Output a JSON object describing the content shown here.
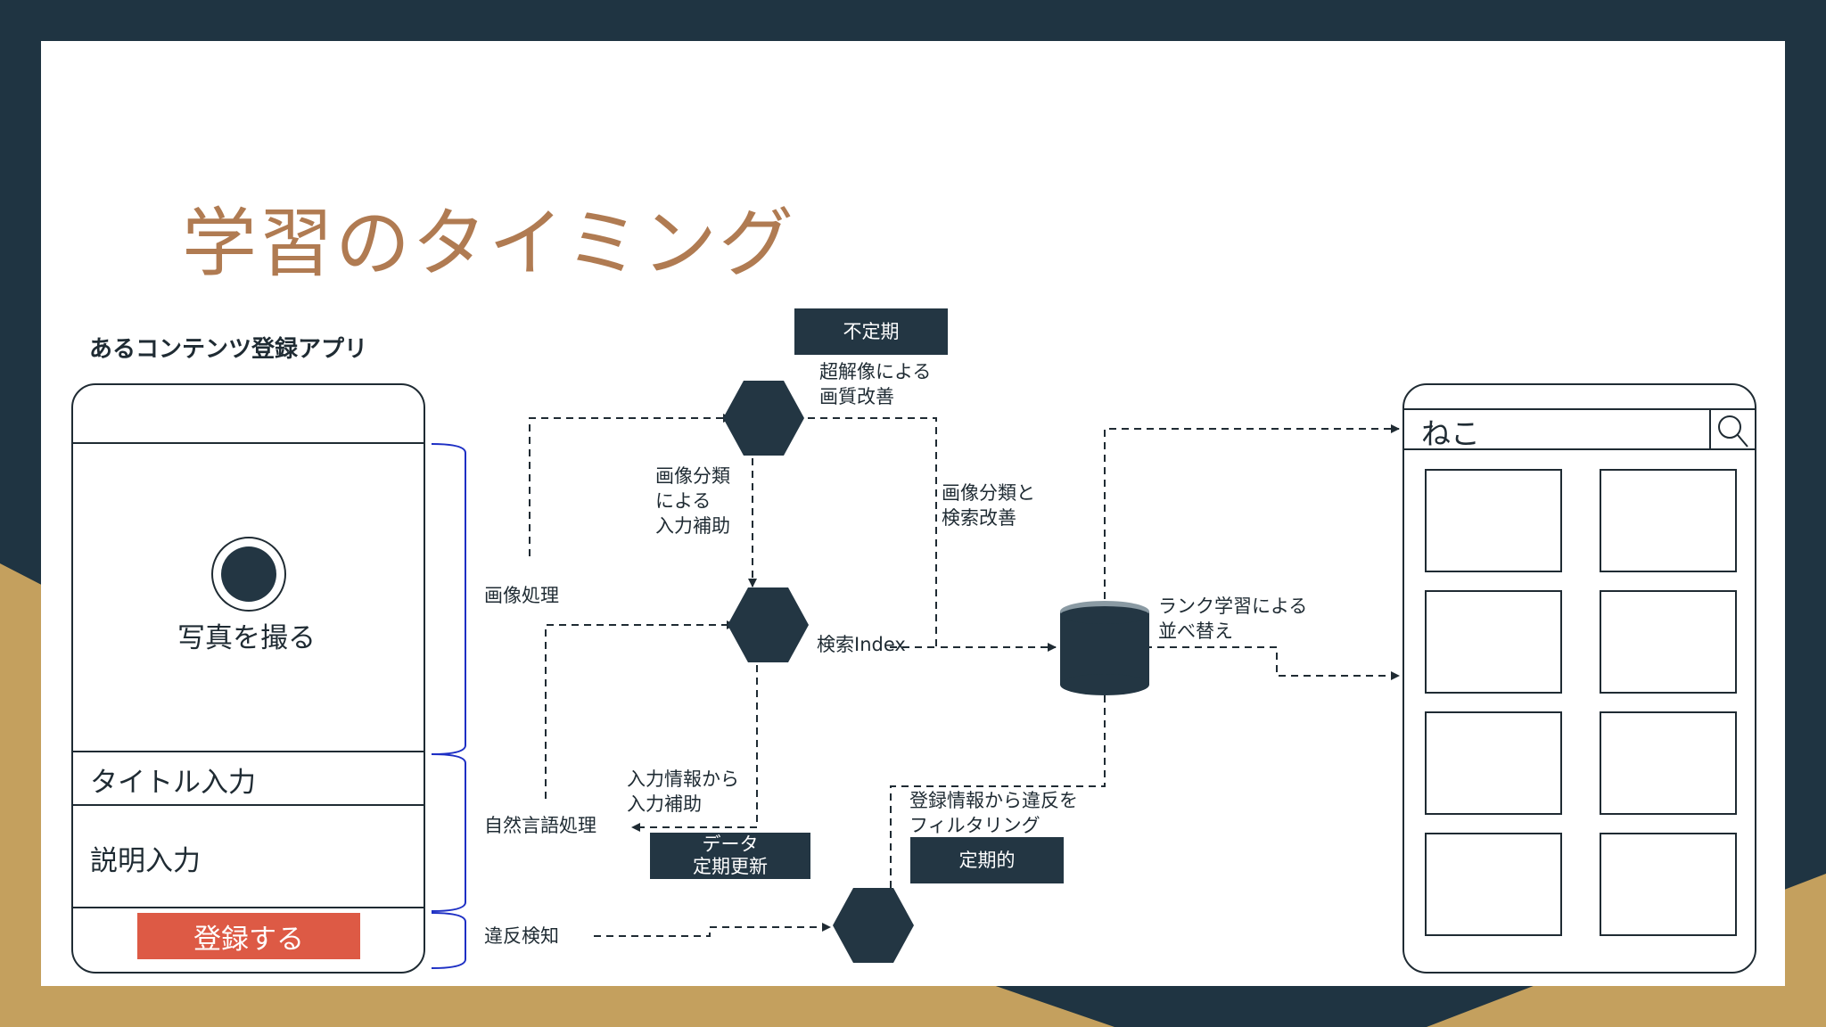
{
  "slide": {
    "title": "学習のタイミング"
  },
  "app": {
    "caption": "あるコンテンツ登録アプリ",
    "photo_label": "写真を撮る",
    "title_input": "タイトル入力",
    "description_input": "説明入力",
    "register_button": "登録する"
  },
  "diagram": {
    "brace_labels": {
      "image": "画像処理",
      "nlp": "自然言語処理",
      "violation": "違反検知"
    },
    "timing_boxes": {
      "irregular": "不定期",
      "data_update": [
        "データ",
        "定期更新"
      ],
      "periodic": "定期的"
    },
    "annotations": {
      "super_resolution": [
        "超解像による",
        "画質改善"
      ],
      "image_class_input": [
        "画像分類",
        "による",
        "入力補助"
      ],
      "image_class_search": [
        "画像分類と",
        "検索改善"
      ],
      "search_index": "検索Index",
      "input_assist": [
        "入力情報から",
        "入力補助"
      ],
      "filter": [
        "登録情報から違反を",
        "フィルタリング"
      ],
      "rank": [
        "ランク学習による",
        "並べ替え"
      ]
    }
  },
  "search_app": {
    "query": "ねこ"
  },
  "colors": {
    "background_dark": "#1f3442",
    "accent_gold": "#c4a05e",
    "title": "#b07b52",
    "node": "#233643",
    "button": "#dd5a45",
    "brace": "#1d2fc4"
  }
}
